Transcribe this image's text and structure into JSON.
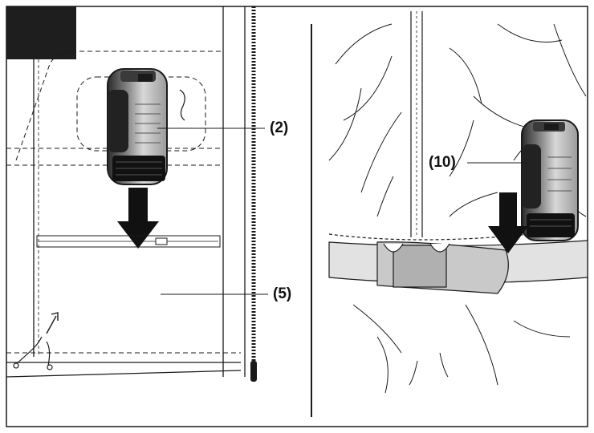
{
  "figure": {
    "callouts": [
      {
        "id": "battery",
        "label": "(2)"
      },
      {
        "id": "pocket",
        "label": "(5)"
      },
      {
        "id": "indicator",
        "label": "(10)"
      }
    ]
  },
  "colors": {
    "ink": "#1a1a1a",
    "gray_fill": "#c9c9c9",
    "light_fill": "#e2e2e2",
    "dark_block": "#1e1e1e",
    "background": "#ffffff"
  }
}
